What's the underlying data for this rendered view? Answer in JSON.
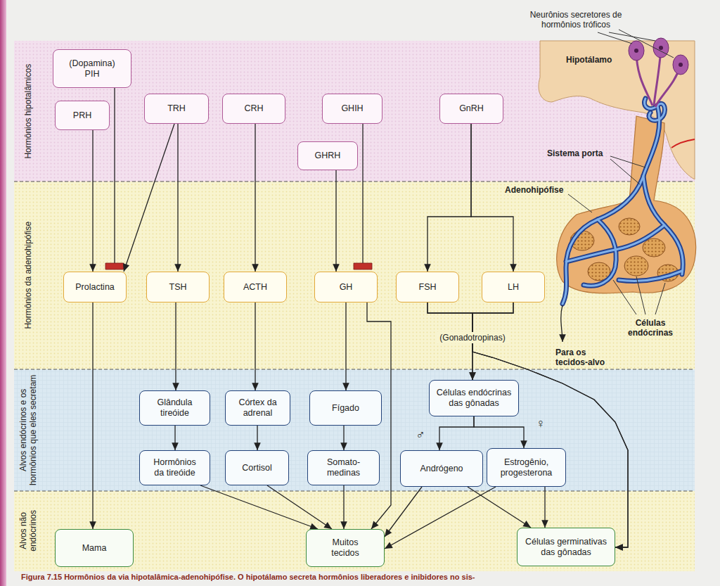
{
  "diagram": {
    "caption": "Figura 7.15 Hormônios da via hipotalâmica-adenohipófise. O hipotálamo secreta hormônios liberadores e inibidores no sis-",
    "nodes": [
      {
        "text": [
          "(Dopamina) PIH"
        ]
      },
      {
        "text": [
          "PRH"
        ]
      },
      {
        "text": [
          "TRH"
        ]
      },
      {
        "text": [
          "CRH"
        ]
      },
      {
        "text": [
          "GHIH"
        ]
      },
      {
        "text": [
          "GHRH"
        ]
      },
      {
        "text": [
          "GnRH"
        ]
      },
      {
        "text": [
          "Prolactina"
        ]
      },
      {
        "text": [
          "TSH"
        ]
      },
      {
        "text": [
          "ACTH"
        ]
      },
      {
        "text": [
          "GH"
        ]
      },
      {
        "text": [
          "FSH"
        ]
      },
      {
        "text": [
          "LH"
        ]
      },
      {
        "text": [
          "Glândula tireóide"
        ]
      },
      {
        "text": [
          "Córtex da adrenal"
        ]
      },
      {
        "text": [
          "Fígado"
        ]
      },
      {
        "text": [
          "Células endócrinas das gônadas"
        ]
      },
      {
        "text": [
          "Hormônios da tireóide"
        ]
      },
      {
        "text": [
          "Cortisol"
        ]
      },
      {
        "text": [
          "Somato- medinas"
        ]
      },
      {
        "text": [
          "Andrógeno"
        ]
      },
      {
        "text": [
          "Estrogênio, progesterona"
        ]
      },
      {
        "text": [
          "Mama"
        ]
      },
      {
        "text": [
          "Muitos tecidos"
        ]
      },
      {
        "text": [
          "Células germinativas das gônadas"
        ]
      }
    ],
    "edges": [
      {
        "from": 0,
        "to": 7,
        "arrow": "to"
      },
      {
        "from": 1,
        "to": 7,
        "arrow": "to"
      },
      {
        "from": 2,
        "to": 7,
        "arrow": "to"
      },
      {
        "from": 2,
        "to": 8,
        "arrow": "to"
      },
      {
        "from": 3,
        "to": 9,
        "arrow": "to"
      },
      {
        "from": 5,
        "to": 10,
        "arrow": "to"
      },
      {
        "from": 4,
        "to": 10,
        "arrow": "to"
      },
      {
        "from": 6,
        "to": 11,
        "arrow": "to"
      },
      {
        "from": 6,
        "to": 12,
        "arrow": "to"
      },
      {
        "from": 8,
        "to": 13,
        "arrow": "to"
      },
      {
        "from": 9,
        "to": 14,
        "arrow": "to"
      },
      {
        "from": 10,
        "to": 15,
        "arrow": "to"
      },
      {
        "from": 10,
        "to": 23,
        "arrow": "to"
      },
      {
        "from": 11,
        "to": 16,
        "arrow": "to"
      },
      {
        "from": 12,
        "to": 16,
        "arrow": "to"
      },
      {
        "from": 11,
        "to": 24,
        "arrow": "to"
      },
      {
        "from": 12,
        "to": 24,
        "arrow": "to"
      },
      {
        "from": 13,
        "to": 17,
        "arrow": "to"
      },
      {
        "from": 14,
        "to": 18,
        "arrow": "to"
      },
      {
        "from": 15,
        "to": 19,
        "arrow": "to"
      },
      {
        "from": 16,
        "to": 20,
        "arrow": "to"
      },
      {
        "from": 16,
        "to": 21,
        "arrow": "to"
      },
      {
        "from": 7,
        "to": 22,
        "arrow": "to"
      },
      {
        "from": 17,
        "to": 23,
        "arrow": "to"
      },
      {
        "from": 18,
        "to": 23,
        "arrow": "to"
      },
      {
        "from": 19,
        "to": 23,
        "arrow": "to"
      },
      {
        "from": 20,
        "to": 23,
        "arrow": "to"
      },
      {
        "from": 21,
        "to": 23,
        "arrow": "to"
      },
      {
        "from": 20,
        "to": 24,
        "arrow": "to"
      },
      {
        "from": 21,
        "to": 24,
        "arrow": "to"
      }
    ],
    "labels": [
      "Hormônios hipotalâmicos",
      "Hormônios da adenohipófise",
      "Alvos endócrinos e os hormônios que eles secretam",
      "Alvos não endócrinos",
      "Neurônios secretores de hormônios tróficos",
      "Hipotálamo",
      "Sistema porta",
      "Adenohipófise",
      "Células endócrinas",
      "Para os tecidos-alvo",
      "(Gonadotropinas)",
      "♂",
      "♀"
    ]
  }
}
